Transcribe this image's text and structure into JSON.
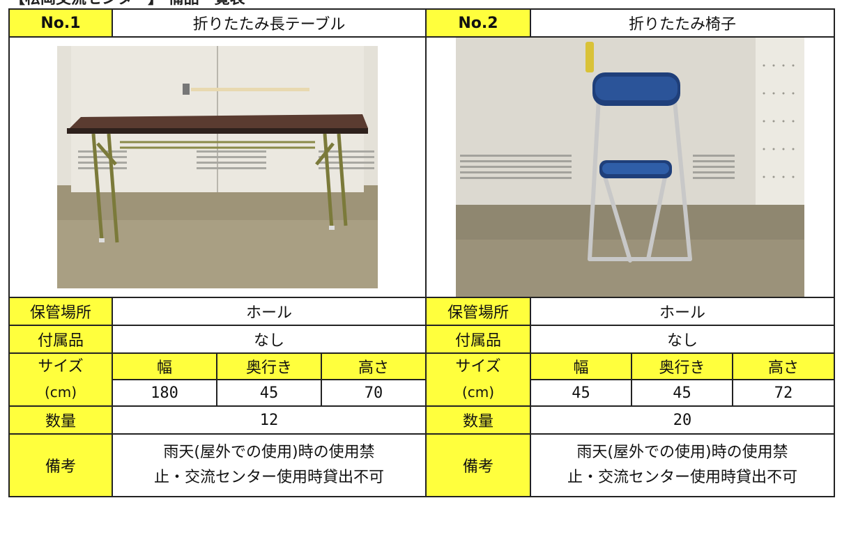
{
  "page": {
    "title": "【松岡交流センター】 備品一覧表"
  },
  "labels": {
    "location": "保管場所",
    "accessories": "付属品",
    "size": "サイズ",
    "size_unit": "(cm)",
    "width": "幅",
    "depth": "奥行き",
    "height": "高さ",
    "quantity": "数量",
    "remarks": "備考"
  },
  "items": [
    {
      "no": "No.1",
      "name": "折りたたみ長テーブル",
      "location": "ホール",
      "accessories": "なし",
      "width": "180",
      "depth": "45",
      "height": "70",
      "quantity": "12",
      "remarks_line1": "雨天(屋外での使用)時の使用禁",
      "remarks_line2": "止・交流センター使用時貸出不可"
    },
    {
      "no": "No.2",
      "name": "折りたたみ椅子",
      "location": "ホール",
      "accessories": "なし",
      "width": "45",
      "depth": "45",
      "height": "72",
      "quantity": "20",
      "remarks_line1": "雨天(屋外での使用)時の使用禁",
      "remarks_line2": "止・交流センター使用時貸出不可"
    }
  ]
}
